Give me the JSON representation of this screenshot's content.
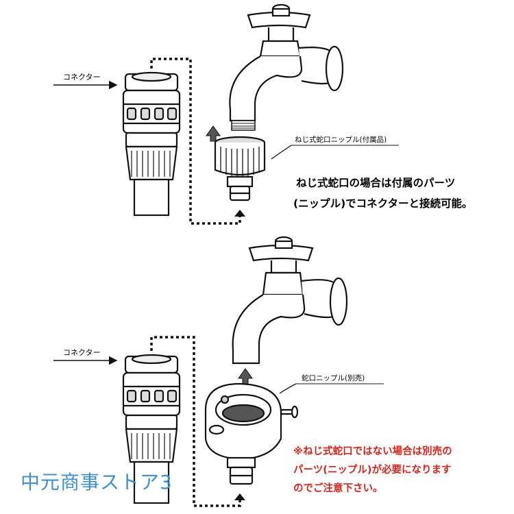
{
  "top": {
    "connector_label": "コネクター",
    "nipple_label": "ねじ式蛇口ニップル(付属品)",
    "note_lines": [
      "ねじ式蛇口の場合は付属のパーツ",
      "(ニップル)でコネクターと接続可能。"
    ]
  },
  "bottom": {
    "connector_label": "コネクター",
    "nipple_label": "蛇口ニップル(別売)",
    "note_lines": [
      "※ねじ式蛇口ではない場合は別売の",
      "パーツ(ニップル)が必要になります",
      "のでご注意下さい。"
    ]
  },
  "watermark": "中元商事ストア3",
  "colors": {
    "line": "#111111",
    "note_red": "#d8231b",
    "watermark": "#3d8fd0",
    "arrow_fill": "#555555"
  }
}
